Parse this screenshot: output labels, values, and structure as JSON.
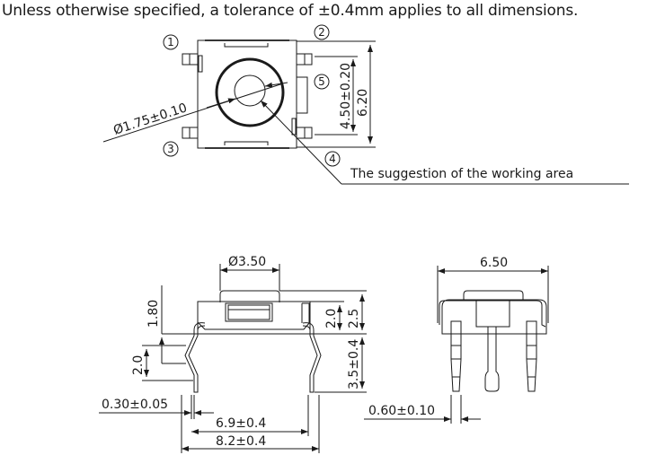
{
  "note": "Unless otherwise specified, a tolerance of ±0.4mm applies to all dimensions.",
  "top_view": {
    "markers": [
      "1",
      "2",
      "3",
      "4",
      "5"
    ],
    "dim_diameter": "Ø1.75±0.10",
    "dim_pitch": "4.50±0.20",
    "dim_height": "6.20",
    "callout": "The suggestion of the working area"
  },
  "front_view": {
    "dim_cap": "Ø3.50",
    "dim_1_80": "1.80",
    "dim_2_0_left": "2.0",
    "dim_2_0_right": "2.0",
    "dim_2_5": "2.5",
    "dim_3_5": "3.5±0.4",
    "dim_lead": "0.30±0.05",
    "dim_6_9": "6.9±0.4",
    "dim_8_2": "8.2±0.4"
  },
  "side_view": {
    "dim_width": "6.50",
    "dim_pin": "0.60±0.10"
  }
}
